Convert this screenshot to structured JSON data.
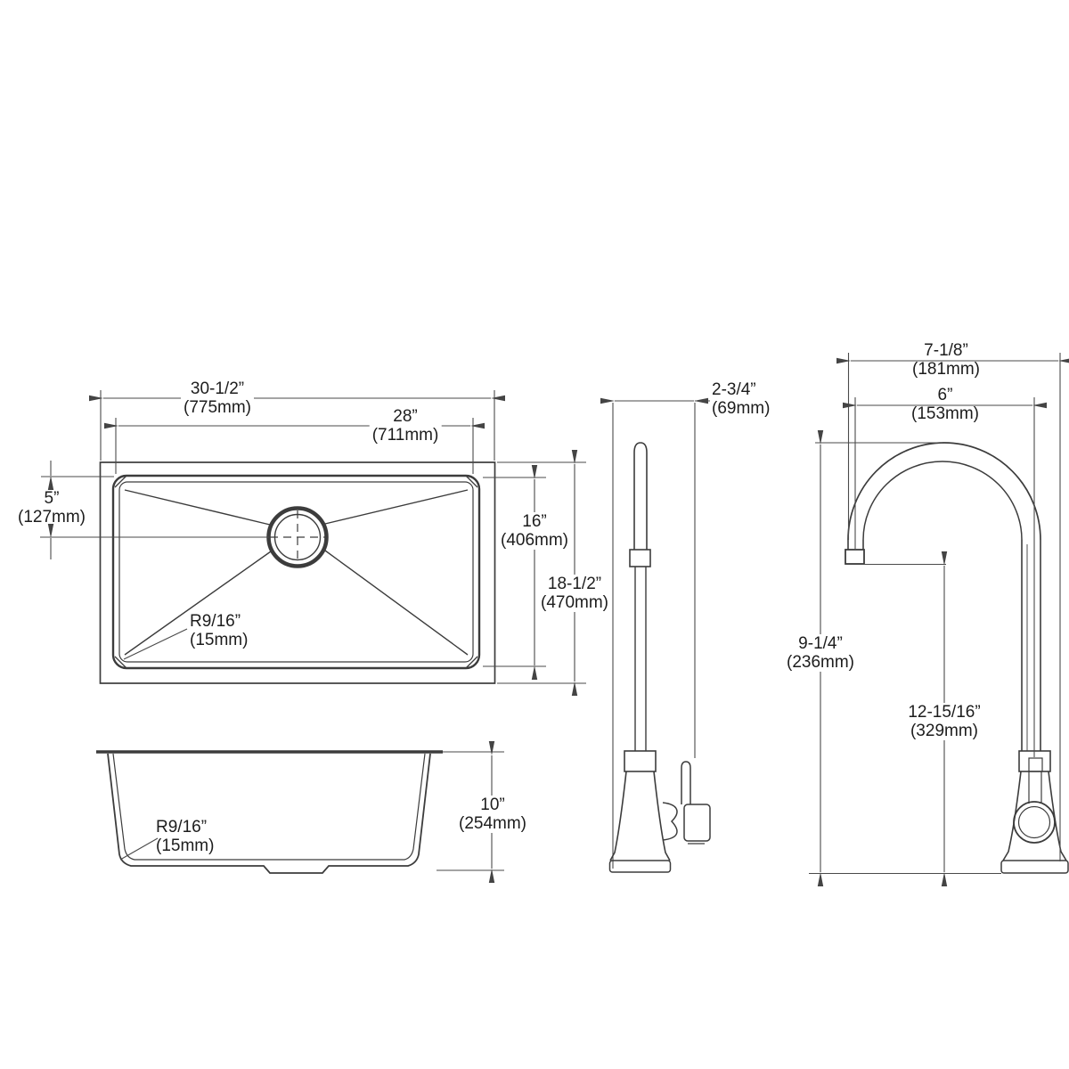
{
  "drawing_type": "sink-and-faucet-dimension-spec",
  "colors": {
    "line": "#3c3c3c",
    "dim_line": "#4a4a4a",
    "text": "#1d1d1d",
    "background": "#ffffff"
  },
  "sink_top_view": {
    "overall_width": {
      "in": "30-1/2”",
      "mm": "(775mm)"
    },
    "bowl_width": {
      "in": "28”",
      "mm": "(711mm)"
    },
    "drain_to_rear": {
      "in": "5”",
      "mm": "(127mm)"
    },
    "bowl_front_to_back": {
      "in": "16”",
      "mm": "(406mm)"
    },
    "overall_front_to_back": {
      "in": "18-1/2”",
      "mm": "(470mm)"
    },
    "corner_radius": {
      "in": "R9/16”",
      "mm": "(15mm)"
    }
  },
  "sink_front_view": {
    "corner_radius": {
      "in": "R9/16”",
      "mm": "(15mm)"
    },
    "bowl_depth": {
      "in": "10”",
      "mm": "(254mm)"
    }
  },
  "faucet_side_view": {
    "base_depth": {
      "in": "2-3/4”",
      "mm": "(69mm)"
    }
  },
  "faucet_front_view": {
    "overall_reach": {
      "in": "7-1/8”",
      "mm": "(181mm)"
    },
    "spout_reach": {
      "in": "6”",
      "mm": "(153mm)"
    },
    "spout_height": {
      "in": "9-1/4”",
      "mm": "(236mm)"
    },
    "overall_height": {
      "in": "12-15/16”",
      "mm": "(329mm)"
    }
  }
}
